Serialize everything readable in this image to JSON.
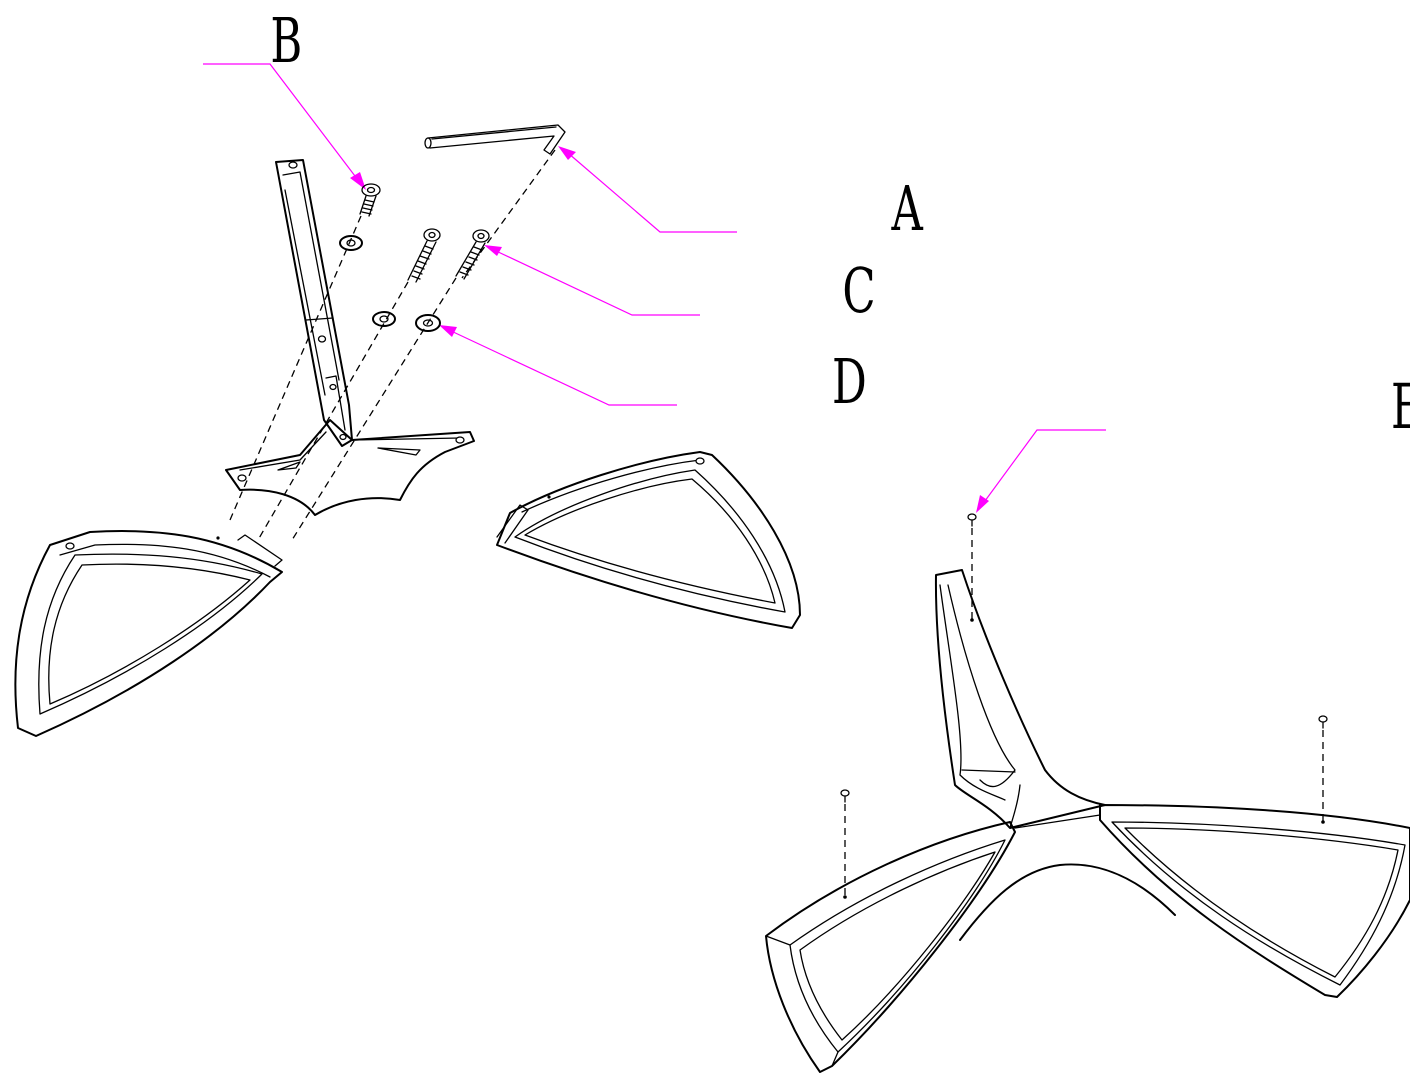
{
  "diagram": {
    "callouts": [
      {
        "id": "A",
        "label": "A"
      },
      {
        "id": "B",
        "label": "B"
      },
      {
        "id": "C",
        "label": "C"
      },
      {
        "id": "D",
        "label": "D"
      },
      {
        "id": "E",
        "label": "E"
      }
    ],
    "colors": {
      "line": "#000000",
      "leader": "#ff00ff",
      "background": "#ffffff"
    }
  }
}
